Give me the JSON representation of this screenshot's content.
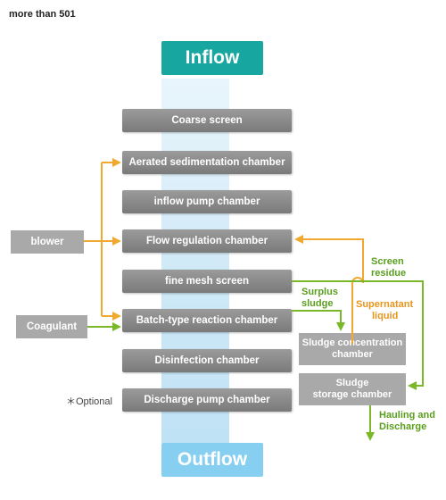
{
  "caption": "more than 501",
  "inflow": "Inflow",
  "outflow": "Outflow",
  "chambers": [
    "Coarse screen",
    "Aerated sedimentation chamber",
    "inflow pump chamber",
    "Flow regulation chamber",
    "fine mesh screen",
    "Batch-type reaction chamber",
    "Disinfection chamber",
    "Discharge pump chamber"
  ],
  "inputs": {
    "blower": "blower",
    "coagulant": "Coagulant"
  },
  "side_units": {
    "sludge_concentration_line1": "Sludge concentration",
    "sludge_concentration_line2": "chamber",
    "sludge_storage_line1": "Sludge",
    "sludge_storage_line2": "storage chamber"
  },
  "flow_labels": {
    "screen_residue_line1": "Screen",
    "screen_residue_line2": "residue",
    "surplus_sludge_line1": "Surplus",
    "surplus_sludge_line2": "sludge",
    "supernatant_line1": "Supernatant",
    "supernatant_line2": "liquid",
    "hauling_line1": "Hauling and",
    "hauling_line2": "Discharge"
  },
  "note": "＊Optional",
  "colors": {
    "inflow": "#18a6a0",
    "outflow": "#86cff0",
    "chamber": "#8a8a8a",
    "orange_flow": "#f0a830",
    "green_flow": "#7ab829"
  }
}
